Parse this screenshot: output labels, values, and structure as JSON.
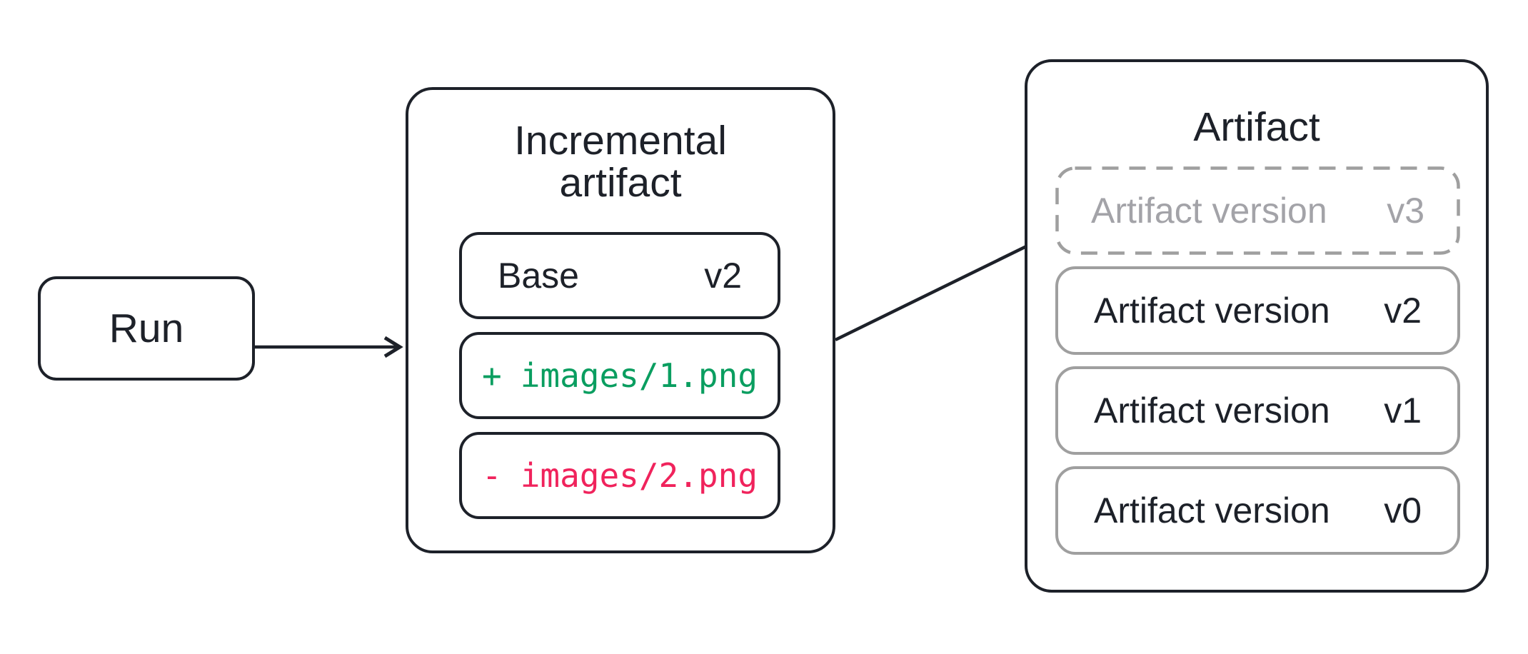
{
  "run": {
    "label": "Run"
  },
  "incremental": {
    "title_lines": [
      "Incremental",
      "artifact"
    ],
    "base": {
      "label": "Base",
      "version": "v2"
    },
    "added": {
      "symbol": "+",
      "path": "images/1.png"
    },
    "removed": {
      "symbol": "-",
      "path": "images/2.png"
    }
  },
  "artifact": {
    "title": "Artifact",
    "pending": {
      "label": "Artifact version",
      "version": "v3"
    },
    "versions": [
      {
        "label": "Artifact version",
        "version": "v2"
      },
      {
        "label": "Artifact version",
        "version": "v1"
      },
      {
        "label": "Artifact version",
        "version": "v0"
      }
    ]
  },
  "colors": {
    "ink": "#1d2129",
    "added_green": "#0a9e60",
    "removed_red": "#f0235c",
    "gray_border": "#9f9f9f",
    "gray_text": "#a3a3a8",
    "background": "#ffffff"
  }
}
